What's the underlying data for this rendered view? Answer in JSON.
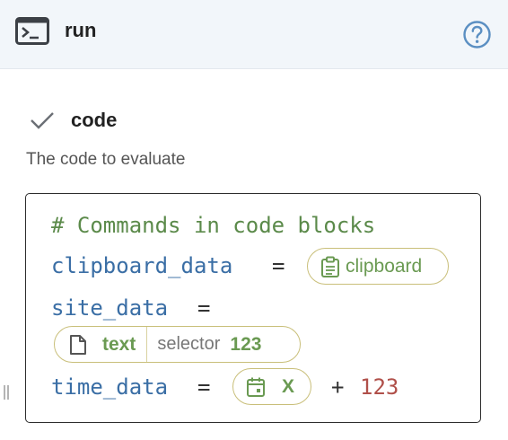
{
  "header": {
    "title": "run",
    "icon": "terminal-icon",
    "help_icon": "help-circle-icon"
  },
  "param": {
    "name": "code",
    "description": "The code to evaluate",
    "status_icon": "check-icon"
  },
  "code": {
    "comment": "# Commands in code blocks",
    "line1_var": "clipboard_data",
    "line2_var": "site_data",
    "line3_var": "time_data",
    "equals": "=",
    "plus": "+",
    "number": "123"
  },
  "pills": {
    "clipboard": {
      "label": "clipboard",
      "icon": "clipboard-icon"
    },
    "selector": {
      "type": "text",
      "label": "selector",
      "value": "123",
      "icon": "document-icon"
    },
    "time": {
      "label": "X",
      "icon": "calendar-icon"
    }
  },
  "colors": {
    "header_bg": "#f2f6fa",
    "accent_blue": "#3a6ea5",
    "green": "#6a9a52",
    "number": "#b0504a",
    "pill_border": "#c9bf7a"
  }
}
